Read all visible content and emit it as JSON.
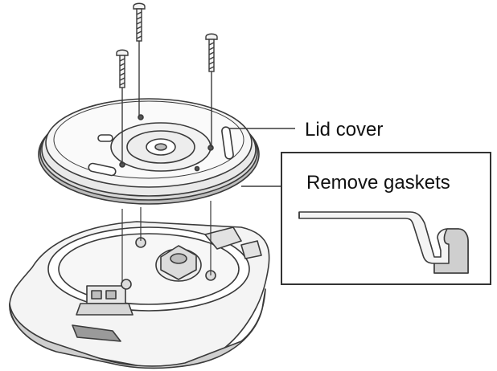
{
  "labels": {
    "lid_cover": "Lid cover",
    "remove_gaskets": "Remove gaskets"
  },
  "colors": {
    "line": "#3a3a3a",
    "fill": "#f4f4f4",
    "shade": "#cfcfcf",
    "dark": "#7a7a7a",
    "gasket_fill": "#e9e9e9"
  },
  "parts": {
    "screws": {
      "count": 3
    },
    "lid_cover": {
      "icon": "lid-cover-plate"
    },
    "gasket_ring": {
      "icon": "gasket-ring"
    },
    "base": {
      "icon": "appliance-base"
    },
    "gasket_detail": {
      "icon": "gasket-cross-section"
    }
  }
}
